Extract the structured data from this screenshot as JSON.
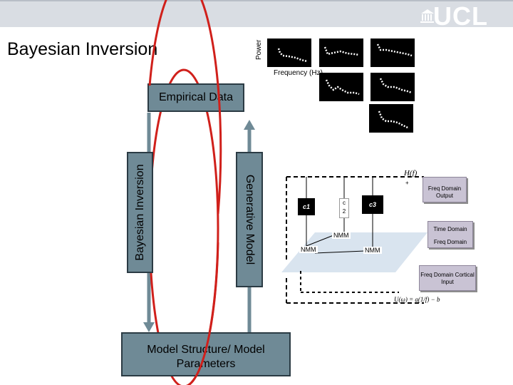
{
  "title": "Bayesian Inversion",
  "logo": {
    "text": "UCL"
  },
  "axes": {
    "ylabel": "Power",
    "xlabel": "Frequency (Hz)"
  },
  "boxes": {
    "empirical_data": "Empirical Data",
    "bayesian_inversion": "Bayesian Inversion",
    "generative_model": "Generative Model",
    "model_structure": "Model Structure/ Model Parameters"
  },
  "circuit": {
    "transfer": "H(f)",
    "plus": "+",
    "c1": "c1",
    "c2_top": "c",
    "c2_bottom": "2",
    "c3": "c3",
    "nmm_left": "NMM",
    "nmm_center": "NMM",
    "nmm_right": "NMM",
    "freq_domain_output": "Freq Domain Output",
    "time_domain": "Time Domain",
    "freq_domain": "Freq Domain",
    "freq_domain_cortical_input": "Freq Domain Cortical Input",
    "formula": "U(ω) = a(1/f) − b"
  },
  "colors": {
    "header_band": "#d9dde3",
    "box_fill": "#6f8a96",
    "highlight_ellipse": "#d0201b",
    "small_box_fill": "#c9c3d4",
    "plane_fill": "#d9e4ef"
  }
}
